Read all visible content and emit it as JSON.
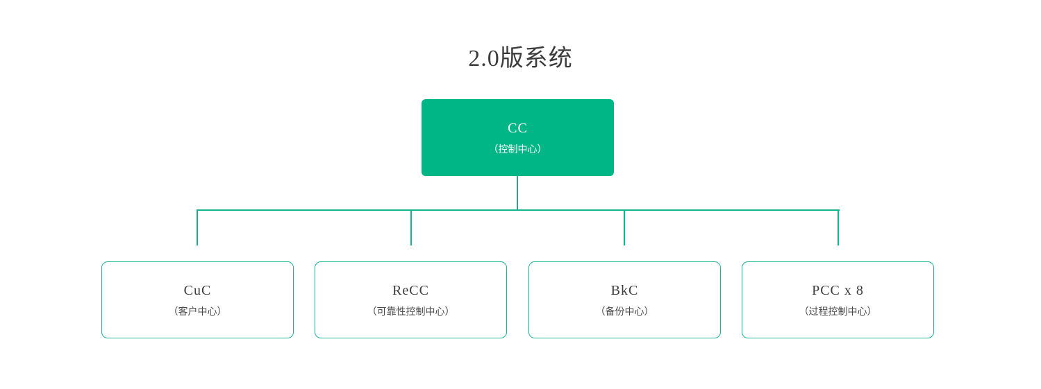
{
  "diagram": {
    "title": "2.0版系统",
    "type": "org-chart",
    "colors": {
      "root_fill": "#00b686",
      "root_text": "#ffffff",
      "node_border": "#1ab394",
      "node_fill": "#ffffff",
      "node_text": "#3c3c3c",
      "connector": "#12b48c",
      "title_text": "#3c3c3c",
      "background": "#ffffff"
    },
    "root": {
      "code": "CC",
      "description": "（控制中心）"
    },
    "children": [
      {
        "code": "CuC",
        "description": "（客户中心）"
      },
      {
        "code": "ReCC",
        "description": "（可靠性控制中心）"
      },
      {
        "code": "BkC",
        "description": "（备份中心）"
      },
      {
        "code": "PCC x 8",
        "description": "（过程控制中心）"
      }
    ]
  }
}
